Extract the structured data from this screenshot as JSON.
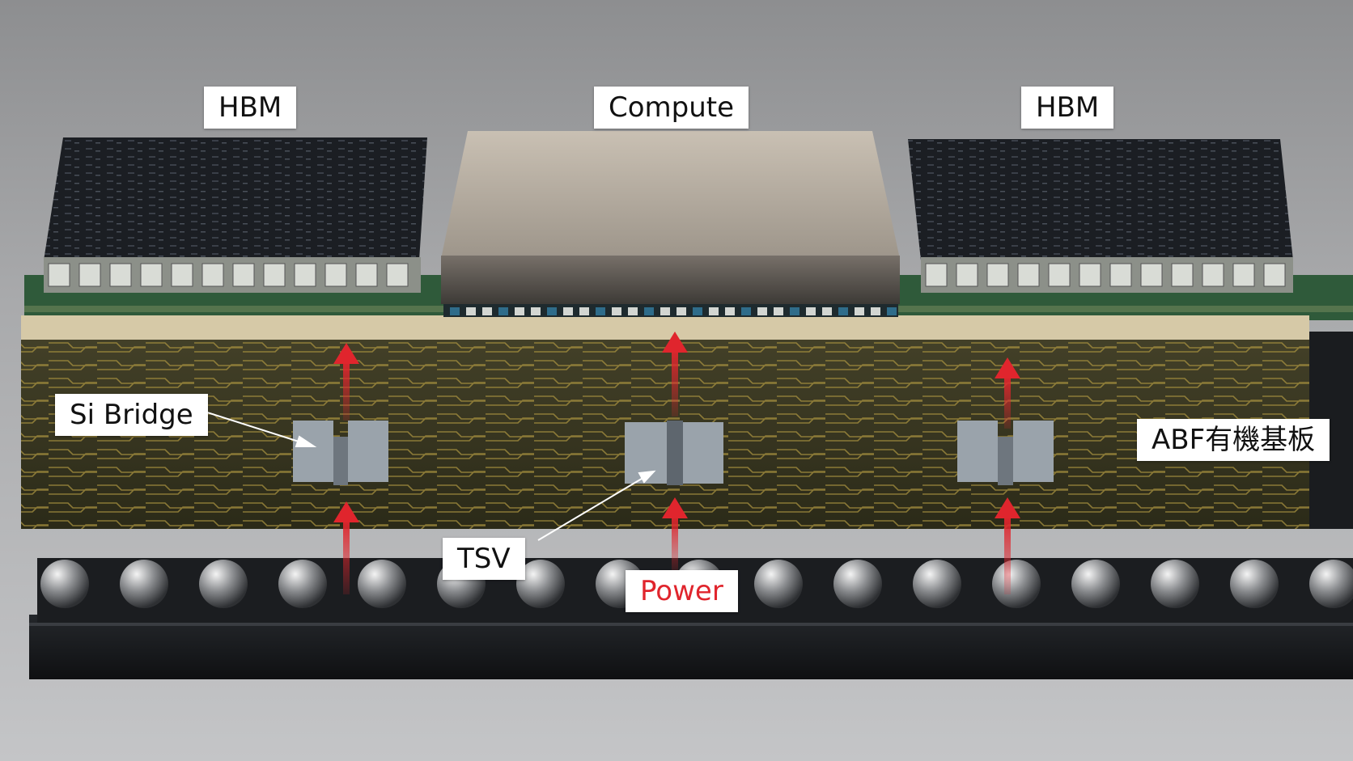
{
  "labels": {
    "hbm_left": "HBM",
    "compute": "Compute",
    "hbm_right": "HBM",
    "si_bridge": "Si Bridge",
    "abf_substrate": "ABF有機基板",
    "tsv": "TSV",
    "power": "Power"
  },
  "colors": {
    "background": "#a9aaac",
    "arrow": "#e0252d",
    "power_text": "#e0252d",
    "substrate": "#3a3820",
    "trace": "#a8913e",
    "hbm_die": "#1a1d22",
    "compute_lid": "#b7ada0",
    "green_pcb": "#2f5a3a",
    "base": "#15171a"
  }
}
